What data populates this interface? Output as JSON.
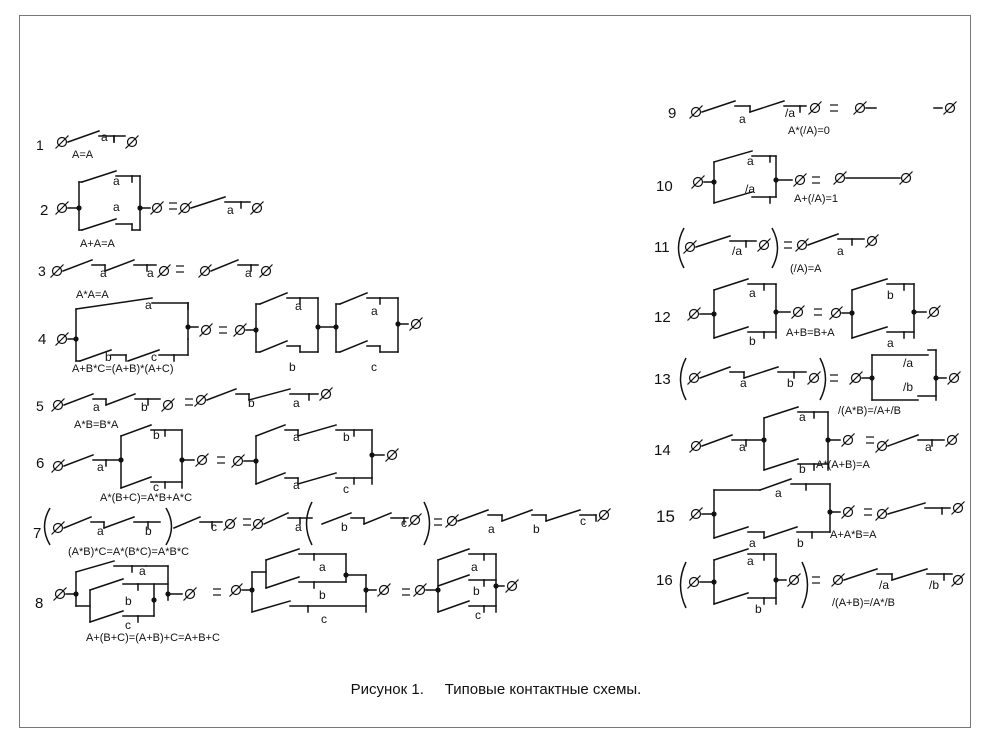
{
  "figure": {
    "caption_prefix": "Рисунок 1.",
    "caption_title": "Типовые контактные схемы."
  },
  "colors": {
    "line": "#111111",
    "frame": "#777777",
    "background": "#ffffff"
  },
  "schemes": [
    {
      "number": "1",
      "identity": "A=A",
      "contacts": [
        "a",
        "a"
      ]
    },
    {
      "number": "2",
      "identity": "A+A=A",
      "contacts": [
        "a",
        "a",
        "a"
      ]
    },
    {
      "number": "3",
      "identity": "A*A=A",
      "contacts": [
        "a",
        "a",
        "a"
      ]
    },
    {
      "number": "4",
      "identity": "A+B*C=(A+B)*(A+C)",
      "contacts": [
        "a",
        "b",
        "c",
        "a",
        "b",
        "a",
        "c"
      ]
    },
    {
      "number": "5",
      "identity": "A*B=B*A",
      "contacts": [
        "a",
        "b",
        "b",
        "a"
      ]
    },
    {
      "number": "6",
      "identity": "A*(B+C)=A*B+A*C",
      "contacts": [
        "a",
        "b",
        "c",
        "a",
        "b",
        "a",
        "c"
      ]
    },
    {
      "number": "7",
      "identity": "(A*B)*C=A*(B*C)=A*B*C",
      "contacts": [
        "a",
        "b",
        "c",
        "a",
        "b",
        "c",
        "a",
        "b",
        "c"
      ]
    },
    {
      "number": "8",
      "identity": "A+(B+C)=(A+B)+C=A+B+C",
      "contacts": [
        "a",
        "b",
        "c",
        "a",
        "b",
        "c",
        "a",
        "b",
        "c"
      ]
    },
    {
      "number": "9",
      "identity": "A*(/A)=0",
      "contacts": [
        "a",
        "/a"
      ]
    },
    {
      "number": "10",
      "identity": "A+(/A)=1",
      "contacts": [
        "a",
        "/a"
      ]
    },
    {
      "number": "11",
      "identity": "(/A)=A",
      "contacts": [
        "/a",
        "a"
      ]
    },
    {
      "number": "12",
      "identity": "A+B=B+A",
      "contacts": [
        "a",
        "b",
        "b",
        "a"
      ]
    },
    {
      "number": "13",
      "identity": "/(A*B)=/A+/B",
      "contacts": [
        "a",
        "b",
        "/a",
        "/b"
      ]
    },
    {
      "number": "14",
      "identity": "A*(A+B)=A",
      "contacts": [
        "a",
        "a",
        "b",
        "a"
      ]
    },
    {
      "number": "15",
      "identity": "A+A*B=A",
      "contacts": [
        "a",
        "a",
        "b"
      ]
    },
    {
      "number": "16",
      "identity": "/(A+B)=/A*/B",
      "contacts": [
        "a",
        "b",
        "/a",
        "/b"
      ]
    }
  ]
}
